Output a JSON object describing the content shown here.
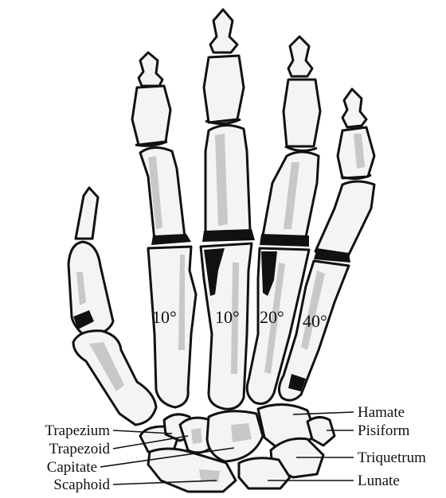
{
  "labels": {
    "left": [
      "Trapezium",
      "Trapezoid",
      "Capitate",
      "Scaphoid"
    ],
    "right": [
      "Hamate",
      "Pisiform",
      "Triquetrum",
      "Lunate"
    ]
  },
  "angles": [
    "10°",
    "10°",
    "20°",
    "40°"
  ]
}
